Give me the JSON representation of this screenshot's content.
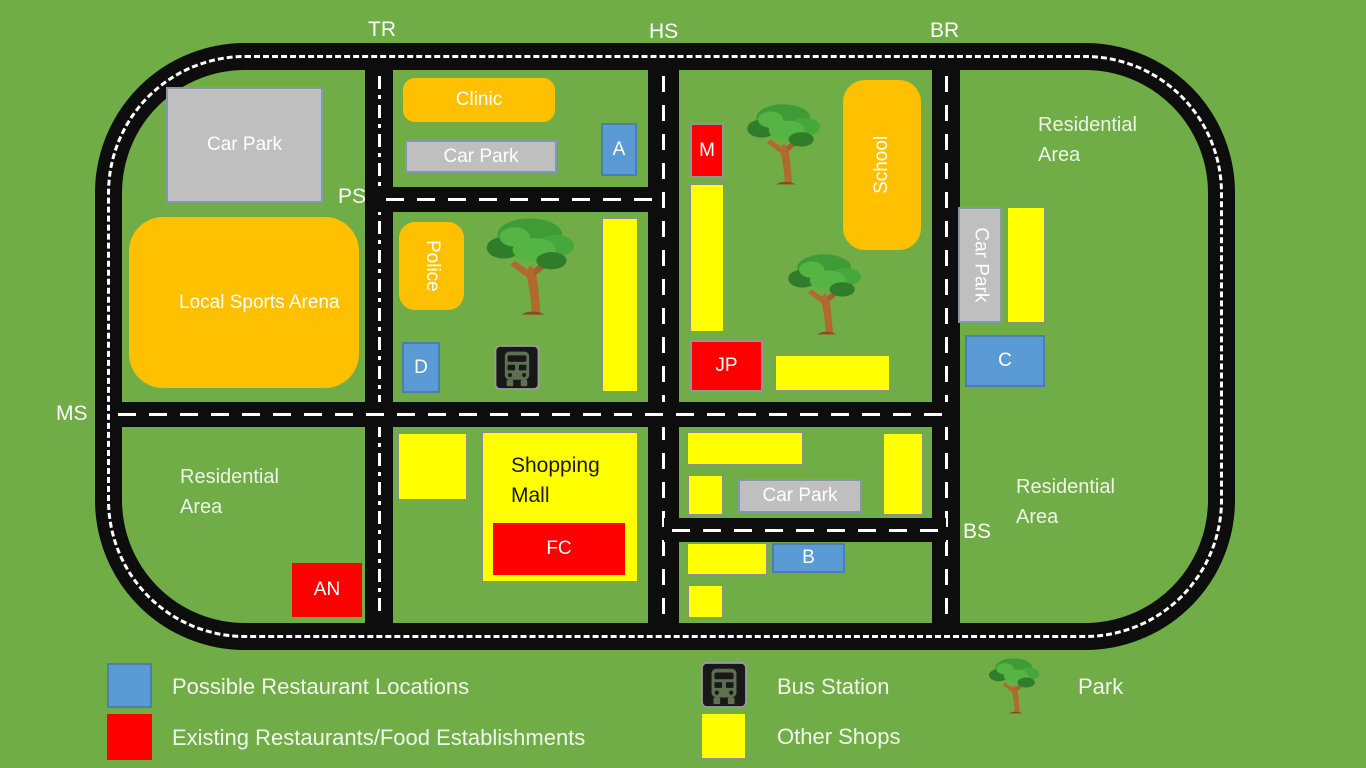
{
  "map": {
    "road_labels": {
      "tr": "TR",
      "hs": "HS",
      "br": "BR",
      "ms": "MS",
      "ps": "PS",
      "bs": "BS"
    },
    "areas": {
      "residential_ne": "Residential Area",
      "residential_se": "Residential Area",
      "residential_sw": "Residential Area"
    },
    "buildings": {
      "car_park_nw": "Car Park",
      "local_sports_arena": "Local Sports Arena",
      "clinic": "Clinic",
      "car_park_clinic": "Car Park",
      "police": "Police",
      "school": "School",
      "car_park_east": "Car Park",
      "car_park_south": "Car Park",
      "shopping_mall": "Shopping Mall"
    },
    "possible_restaurant_sites": {
      "a": "A",
      "b": "B",
      "c": "C",
      "d": "D"
    },
    "existing_restaurants": {
      "m": "M",
      "jp": "JP",
      "an": "AN",
      "fc": "FC"
    },
    "icons": {
      "bus": "bus-station-icon",
      "tree": "park-tree-icon"
    }
  },
  "legend": {
    "possible": "Possible Restaurant Locations",
    "existing": "Existing Restaurants/Food Establishments",
    "bus_station": "Bus Station",
    "other_shops": "Other Shops",
    "park": "Park"
  },
  "colors": {
    "background_green": "#70AD47",
    "road_black": "#0D0D0D",
    "road_line_white": "#FFFFFF",
    "building_orange": "#FFC000",
    "car_park_gray": "#BFBFBF",
    "possible_site_blue": "#5B9BD5",
    "existing_red": "#FF0000",
    "shops_yellow": "#FFFF00"
  }
}
